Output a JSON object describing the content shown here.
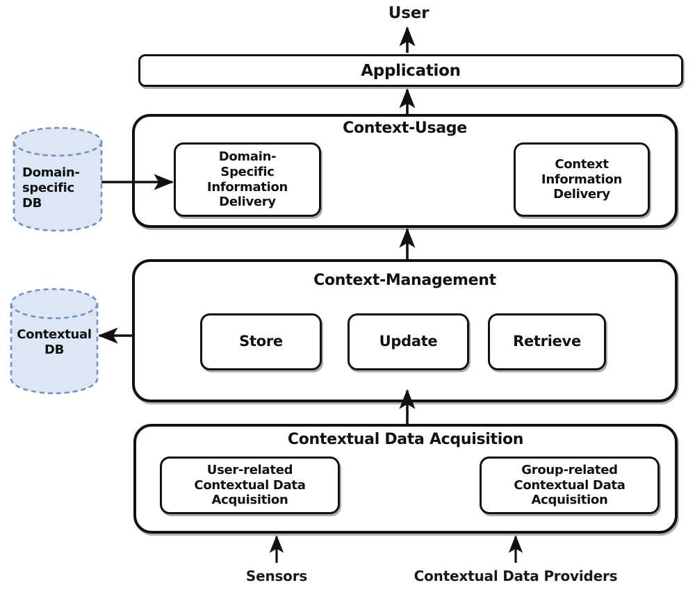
{
  "diagram": {
    "title": "Context-aware system layered architecture",
    "colors": {
      "stroke": "#111111",
      "db_fill": "#dce6f4",
      "db_stroke": "#6f91c4",
      "background": "#ffffff",
      "text": "#111111"
    }
  },
  "actors": {
    "user": "User",
    "sensors": "Sensors",
    "providers": "Contextual Data Providers"
  },
  "application": {
    "label": "Application"
  },
  "layers": [
    {
      "id": "context-usage",
      "title": "Context-Usage",
      "modules": [
        {
          "id": "domain-specific-information-delivery",
          "label": "Domain-\nSpecific\nInformation\nDelivery"
        },
        {
          "id": "context-information-delivery",
          "label": "Context\nInformation\nDelivery"
        }
      ]
    },
    {
      "id": "context-management",
      "title": "Context-Management",
      "modules": [
        {
          "id": "store",
          "label": "Store"
        },
        {
          "id": "update",
          "label": "Update"
        },
        {
          "id": "retrieve",
          "label": "Retrieve"
        }
      ]
    },
    {
      "id": "contextual-data-acquisition",
      "title": "Contextual Data Acquisition",
      "modules": [
        {
          "id": "user-related-contextual-data-acquisition",
          "label": "User-related\nContextual Data\nAcquisition"
        },
        {
          "id": "group-related-contextual-data-acquisition",
          "label": "Group-related\nContextual Data\nAcquisition"
        }
      ]
    }
  ],
  "databases": [
    {
      "id": "domain-specific-db",
      "label": "Domain-\nspecific\nDB",
      "align": "left"
    },
    {
      "id": "contextual-db",
      "label": "Contextual\nDB",
      "align": "center"
    }
  ],
  "flows": [
    {
      "id": "application-to-user",
      "from": "Application",
      "to": "User",
      "direction": "up"
    },
    {
      "id": "context-usage-to-application",
      "from": "Context-Usage",
      "to": "Application",
      "direction": "up"
    },
    {
      "id": "context-management-to-context-usage",
      "from": "Context-Management",
      "to": "Context-Usage",
      "direction": "up"
    },
    {
      "id": "acquisition-to-context-management",
      "from": "Contextual Data Acquisition",
      "to": "Context-Management",
      "direction": "up"
    },
    {
      "id": "domain-db-to-delivery",
      "from": "Domain-specific DB",
      "to": "Domain-Specific Information Delivery",
      "direction": "right"
    },
    {
      "id": "context-management-to-contextual-db",
      "from": "Context-Management",
      "to": "Contextual DB",
      "direction": "left"
    },
    {
      "id": "sensors-to-acquisition",
      "from": "Sensors",
      "to": "Contextual Data Acquisition",
      "direction": "up"
    },
    {
      "id": "providers-to-acquisition",
      "from": "Contextual Data Providers",
      "to": "Contextual Data Acquisition",
      "direction": "up"
    }
  ]
}
